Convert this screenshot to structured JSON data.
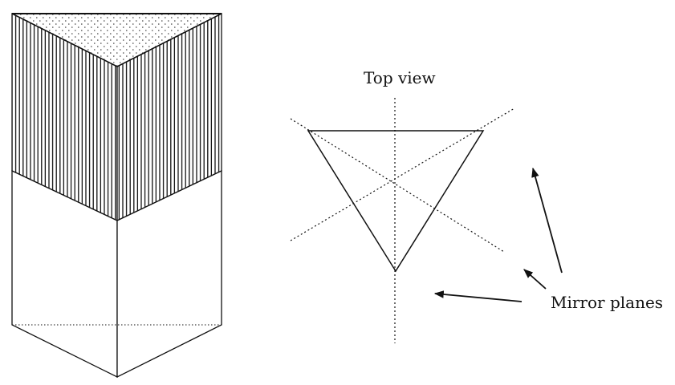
{
  "labels": {
    "top_view": "Top view",
    "mirror_planes": "Mirror planes"
  },
  "colors": {
    "line": "#111111",
    "background": "#ffffff"
  },
  "prism_surfaces": {
    "top_face": "dotted-stipple",
    "upper_side_faces": "vertical-hatching",
    "lower_side_faces": "plain"
  },
  "icons": {
    "arrow": "arrowhead"
  }
}
